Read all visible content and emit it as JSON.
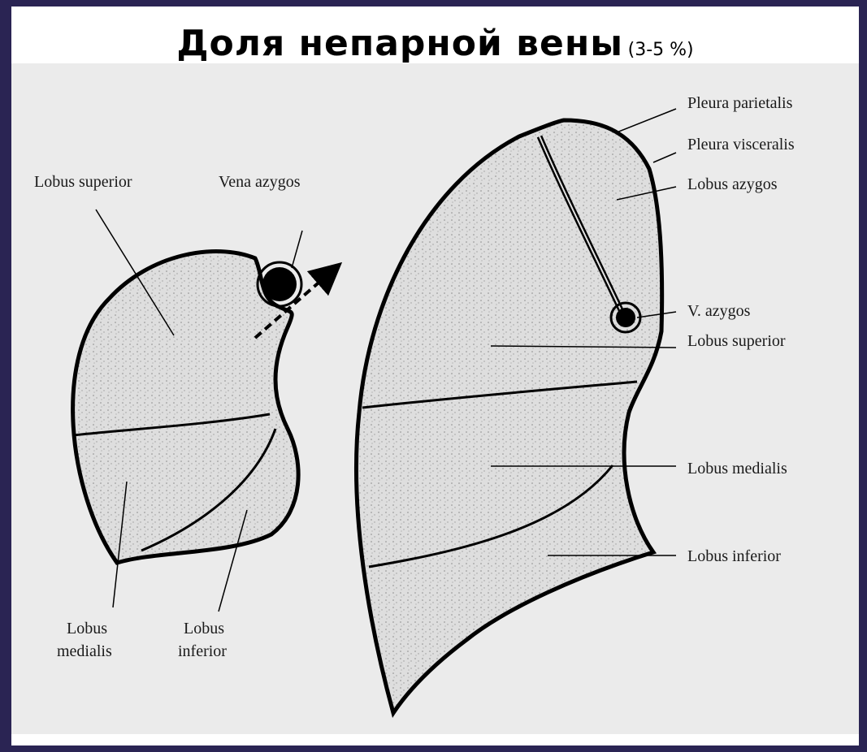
{
  "title": {
    "main": "Доля непарной вены",
    "sub": "(3-5 %)"
  },
  "labels": {
    "left_lobus_superior": "Lobus superior",
    "vena_azygos": "Vena azygos",
    "left_lobus_medialis_1": "Lobus",
    "left_lobus_medialis_2": "medialis",
    "left_lobus_inferior_1": "Lobus",
    "left_lobus_inferior_2": "inferior",
    "pleura_parietalis": "Pleura parietalis",
    "pleura_visceralis": "Pleura visceralis",
    "lobus_azygos": "Lobus azygos",
    "v_azygos": "V. azygos",
    "right_lobus_superior": "Lobus superior",
    "right_lobus_medialis": "Lobus medialis",
    "right_lobus_inferior": "Lobus inferior"
  },
  "colors": {
    "background": "#2a2453",
    "panel": "#ebebeb",
    "ink": "#000000",
    "lung_fill": "#dcdcdc"
  }
}
